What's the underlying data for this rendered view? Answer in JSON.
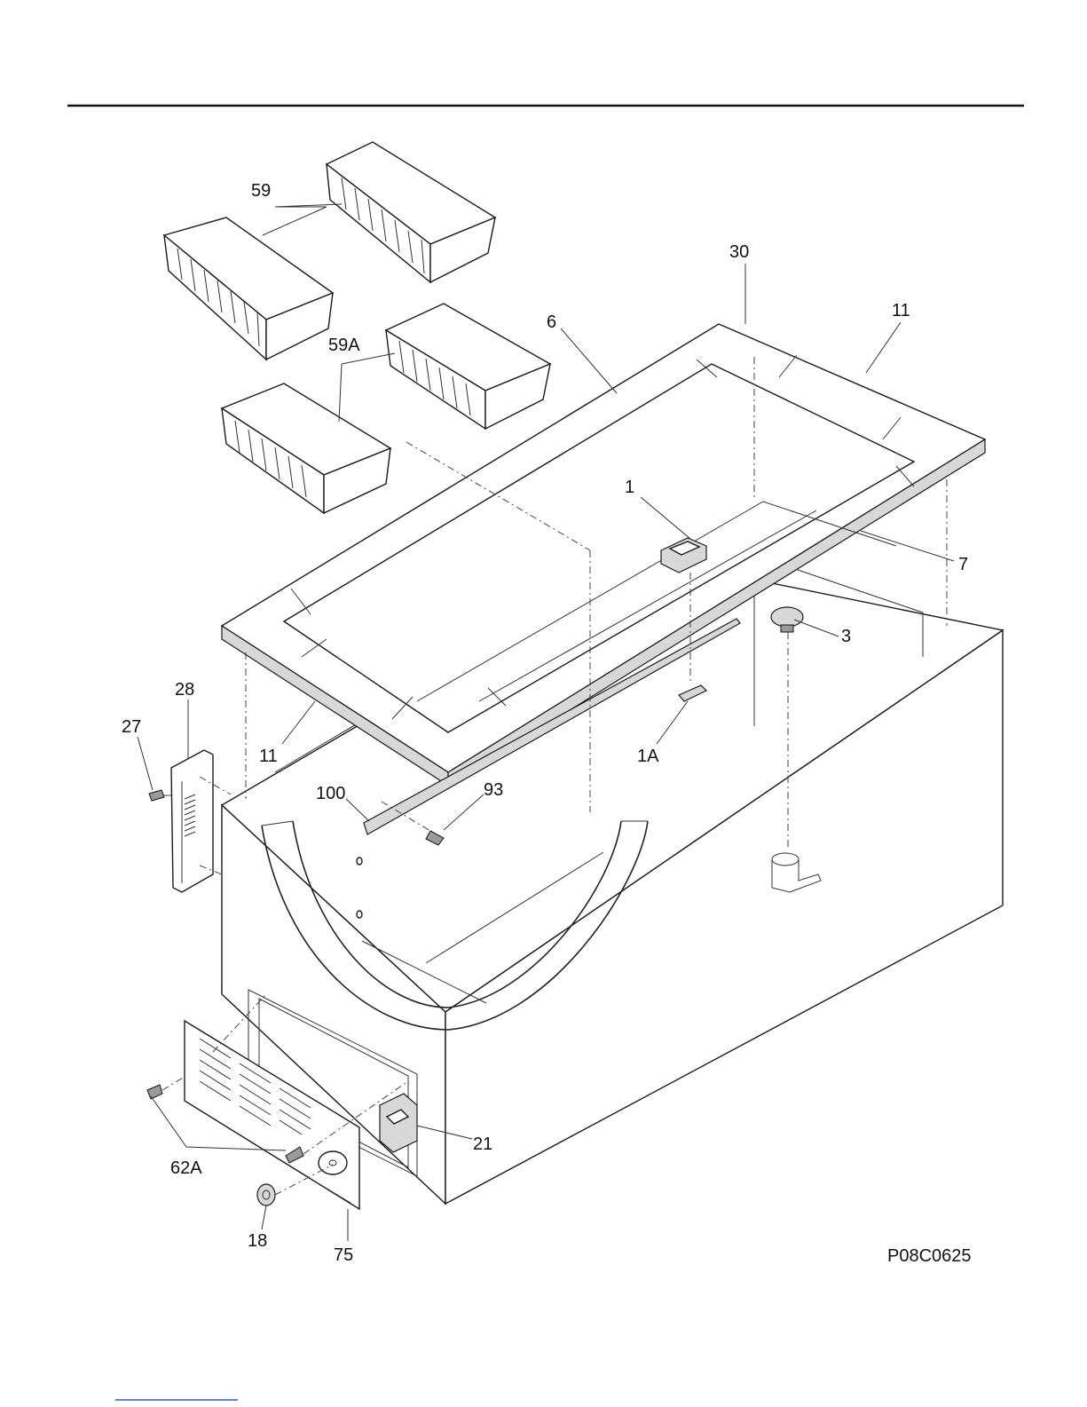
{
  "diagram": {
    "drawing_code": "P08C0625",
    "callouts": [
      {
        "id": "59",
        "text": "59"
      },
      {
        "id": "59A",
        "text": "59A"
      },
      {
        "id": "30",
        "text": "30"
      },
      {
        "id": "11-top",
        "text": "11"
      },
      {
        "id": "6",
        "text": "6"
      },
      {
        "id": "1",
        "text": "1"
      },
      {
        "id": "7",
        "text": "7"
      },
      {
        "id": "3",
        "text": "3"
      },
      {
        "id": "28",
        "text": "28"
      },
      {
        "id": "27",
        "text": "27"
      },
      {
        "id": "11-bottom",
        "text": "11"
      },
      {
        "id": "1A",
        "text": "1A"
      },
      {
        "id": "100",
        "text": "100"
      },
      {
        "id": "93",
        "text": "93"
      },
      {
        "id": "21",
        "text": "21"
      },
      {
        "id": "62A",
        "text": "62A"
      },
      {
        "id": "18",
        "text": "18"
      },
      {
        "id": "75",
        "text": "75"
      }
    ],
    "colors": {
      "line": "#1a1a1a",
      "paper": "#ffffff",
      "footer_link": "#3355cc"
    }
  }
}
